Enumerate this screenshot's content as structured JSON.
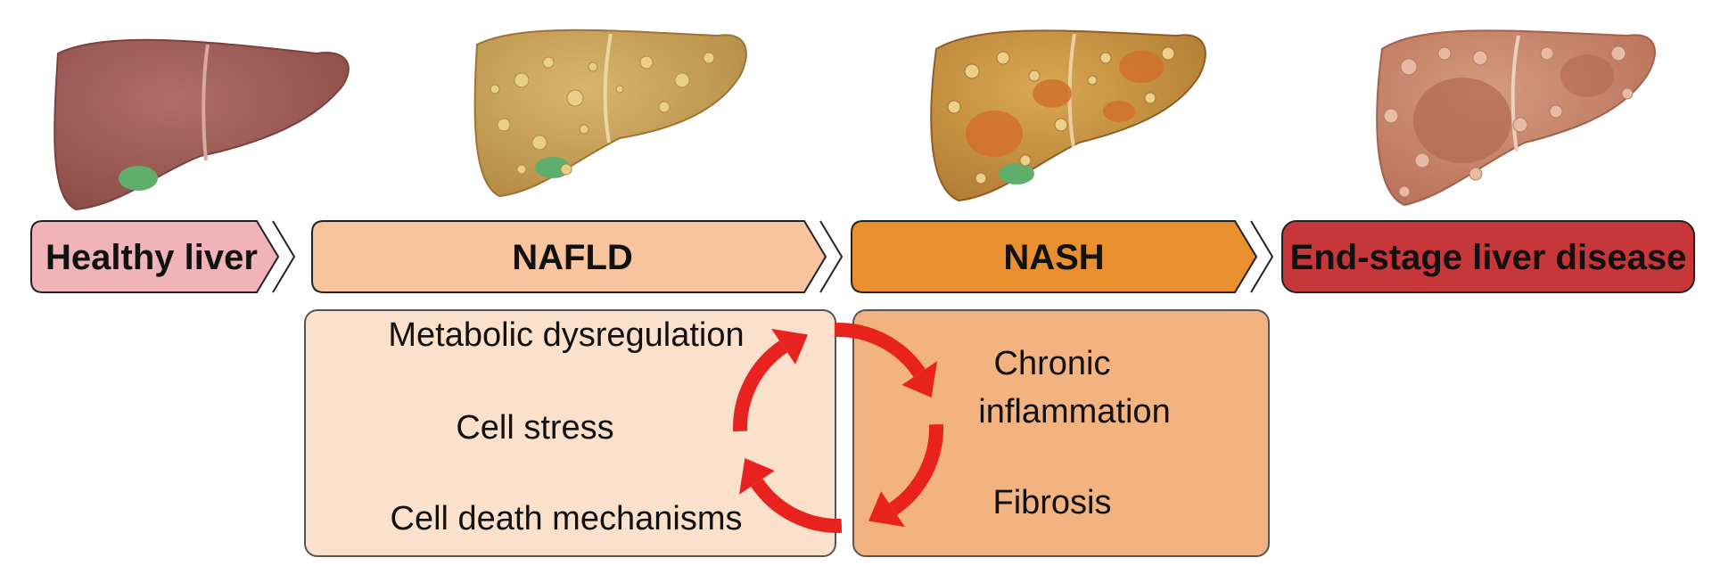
{
  "stages": [
    {
      "label": "Healthy liver",
      "fill": "#f0b4b8",
      "text_color": "#111111",
      "liver": "healthy"
    },
    {
      "label": "NAFLD",
      "fill": "#f7c49e",
      "text_color": "#111111",
      "liver": "fatty"
    },
    {
      "label": "NASH",
      "fill": "#e88f2f",
      "text_color": "#111111",
      "liver": "inflamed"
    },
    {
      "label": "End-stage liver disease",
      "fill": "#c7373a",
      "text_color": "#111111",
      "liver": "cirrhotic"
    }
  ],
  "nafld_box": {
    "fill": "#fbe0cc",
    "lines": [
      "Metabolic dysregulation",
      "Cell stress",
      "Cell death mechanisms"
    ]
  },
  "nash_box": {
    "fill": "#f2b380",
    "lines": [
      "Chronic",
      "inflammation",
      "Fibrosis"
    ]
  },
  "cycle": {
    "color": "#e8231f",
    "arrow_count": 4
  },
  "liver_colors": {
    "healthy": "#9b5a55",
    "fatty": "#c8a05a",
    "inflamed": "#c6943f",
    "cirrhotic": "#c88a6e",
    "gallbladder": "#5fae6c"
  }
}
